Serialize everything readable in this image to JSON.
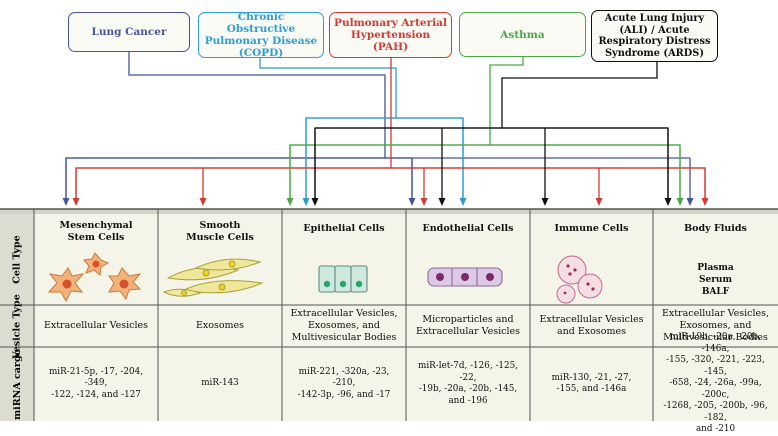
{
  "diseases": [
    {
      "label": "Lung Cancer",
      "color": "#46549a"
    },
    {
      "label": "Chronic Obstructive Pulmonary Disease (COPD)",
      "color": "#2e9bd6"
    },
    {
      "label": "Pulmonary Arterial Hypertension (PAH)",
      "color": "#d23a34"
    },
    {
      "label": "Asthma",
      "color": "#4aa84a"
    },
    {
      "label": "Acute Lung Injury (ALI) / Acute Respiratory Distress Syndrome (ARDS)",
      "color": "#111111"
    }
  ],
  "row_headers": {
    "cell_type": "Cell Type",
    "vesicle_type": "Vesicle Type",
    "mirna_cargo": "miRNA cargo"
  },
  "columns": [
    {
      "title": "Mesenchymal\nStem Cells",
      "vesicle": "Extracellular Vesicles",
      "mirna": "miR-21-5p, -17, -204, -349,\n-122, -124, and -127"
    },
    {
      "title": "Smooth\nMuscle Cells",
      "vesicle": "Exosomes",
      "mirna": "miR-143"
    },
    {
      "title": "Epithelial Cells",
      "vesicle": "Extracellular Vesicles,\nExosomes, and\nMultivesicular Bodies",
      "mirna": "miR-221, -320a, -23, -210,\n-142-3p, -96, and -17"
    },
    {
      "title": "Endothelial Cells",
      "vesicle": "Microparticles and\nExtracellular Vesicles",
      "mirna": "miR-let-7d, -126, -125, -22,\n-19b, -20a, -20b, -145, and -196"
    },
    {
      "title": "Immune Cells",
      "vesicle": "Extracellular Vesicles\nand Exosomes",
      "mirna": "miR-130, -21, -27,\n-155, and -146a"
    },
    {
      "title": "Body Fluids",
      "vesicle": "Extracellular Vesicles,\nExosomes, and\nMultivesicular Bodies",
      "mirna": "miR-19b, -20a, -20b, -146a,\n-155, -320, -221, -223, -145,\n-658, -24, -26a, -99a, -200c,\n-1268, -205, -200b, -96, -182,\nand -210"
    }
  ],
  "body_fluids": "Plasma\nSerum\nBALF",
  "icons": [
    "mesenchymal-stem-cell-icon",
    "smooth-muscle-cell-icon",
    "epithelial-cell-icon",
    "endothelial-cell-icon",
    "immune-cell-icon"
  ]
}
